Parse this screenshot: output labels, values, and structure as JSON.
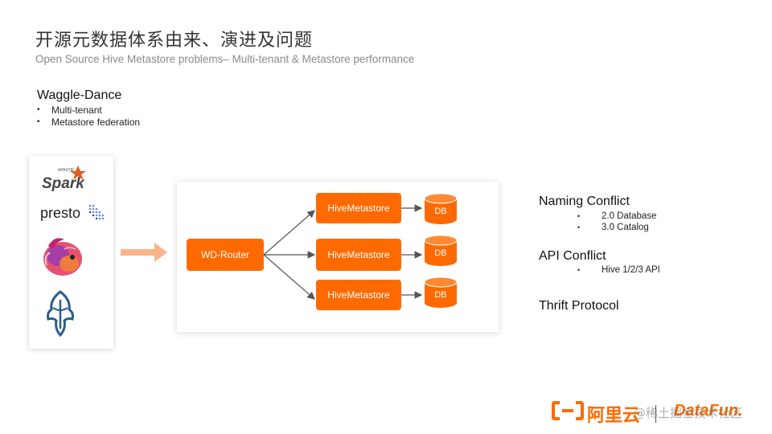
{
  "header": {
    "title": "开源元数据体系由来、演进及问题",
    "subtitle": "Open Source Hive Metastore problems– Multi-tenant & Metastore performance"
  },
  "waggle": {
    "title": "Waggle-Dance",
    "bullets": [
      "Multi-tenant",
      "Metastore federation"
    ]
  },
  "logos": {
    "spark_text": "Spark",
    "spark_small": "APACHE",
    "presto_text": "presto"
  },
  "diagram": {
    "router_label": "WD-Router",
    "metastores": [
      "HiveMetastore",
      "HiveMetastore",
      "HiveMetastore"
    ],
    "dbs": [
      "DB",
      "DB",
      "DB"
    ]
  },
  "right": {
    "naming": {
      "title": "Naming Conflict",
      "items": [
        "2.0 Database",
        "3.0 Catalog"
      ]
    },
    "api": {
      "title": "API Conflict",
      "items": [
        "Hive 1/2/3 API"
      ]
    },
    "thrift": {
      "title": "Thrift Protocol"
    }
  },
  "footer": {
    "aliyun": "阿里云",
    "watermark": "@稀土掘金技术社区",
    "datafun": "DataFun."
  },
  "colors": {
    "accent": "#ff6a00",
    "arrow": "#fbb389"
  }
}
